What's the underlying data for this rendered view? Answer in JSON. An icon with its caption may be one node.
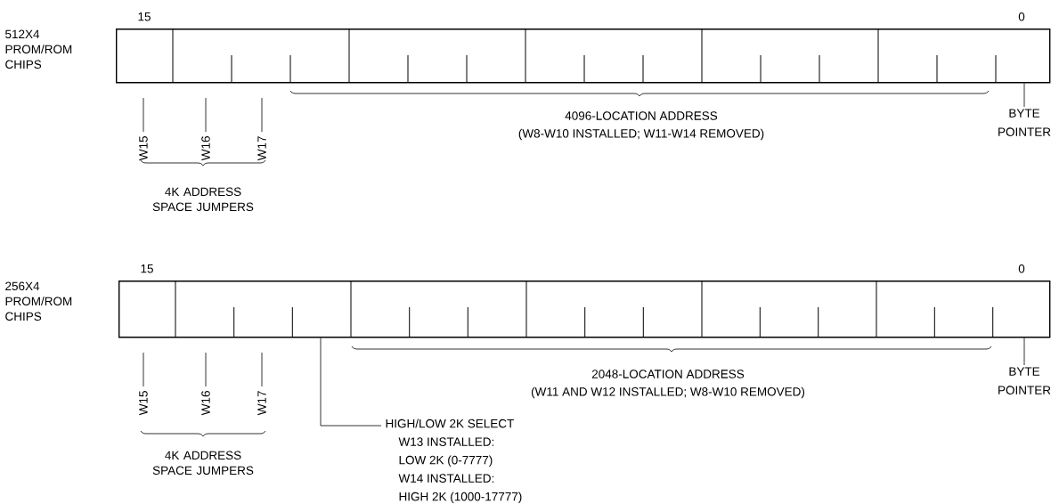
{
  "diagram": {
    "nodes": [
      {
        "text": [],
        "shape": "bar",
        "beside": [
          "15",
          "0"
        ]
      },
      {
        "text": [
          "BYTE POINTER"
        ]
      },
      {
        "text": [],
        "shape": "bar",
        "beside": [
          "15",
          "0"
        ]
      },
      {
        "text": [
          "BYTE POINTER"
        ]
      },
      {
        "text": [
          "HIGH/LOW 2K SELECT",
          "W13 INSTALLED:",
          "LOW 2K (0-7777)",
          "W14 INSTALLED:",
          "HIGH 2K (1000-17777)"
        ]
      }
    ],
    "edges": [
      {
        "from": 1,
        "to": 0,
        "arrow": "none"
      },
      {
        "from": 3,
        "to": 2,
        "arrow": "none"
      },
      {
        "from": 4,
        "to": 2,
        "arrow": "none"
      }
    ],
    "labels": [
      "512X4 PROM/ROM CHIPS",
      "4096-LOCATION ADDRESS",
      "(W8-W10 INSTALLED; W11-W14 REMOVED)",
      "W15",
      "W16",
      "W17",
      "4K ADDRESS SPACE JUMPERS",
      "256X4 PROM/ROM CHIPS",
      "2048-LOCATION ADDRESS",
      "(W11 AND W12 INSTALLED; W8-W10 REMOVED)",
      "W15",
      "W16",
      "W17",
      "4K ADDRESS SPACE JUMPERS"
    ]
  }
}
